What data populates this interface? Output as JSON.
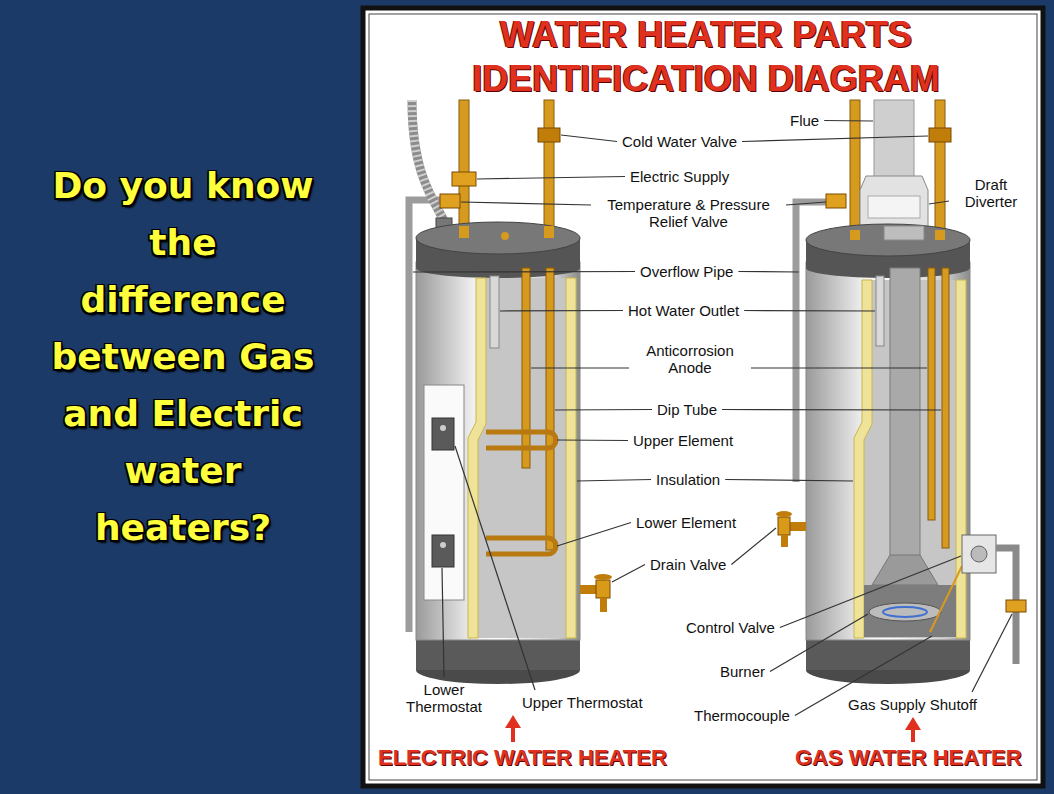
{
  "diagram": {
    "title": "WATER HEATER PARTS IDENTIFICATION DIAGRAM",
    "labels": [
      "Do you know the difference between Gas and Electric water heaters?",
      "Flue",
      "Cold Water Valve",
      "Electric Supply",
      "Draft Diverter",
      "Temperature & Pressure Relief Valve",
      "Overflow Pipe",
      "Hot Water Outlet",
      "Anticorrosion Anode",
      "Dip Tube",
      "Upper Element",
      "Insulation",
      "Lower Element",
      "Drain Valve",
      "Control Valve",
      "Burner",
      "Gas Supply Shutoff",
      "Lower Thermostat",
      "Upper Thermostat",
      "Thermocouple",
      "ELECTRIC WATER HEATER",
      "GAS WATER HEATER"
    ]
  }
}
